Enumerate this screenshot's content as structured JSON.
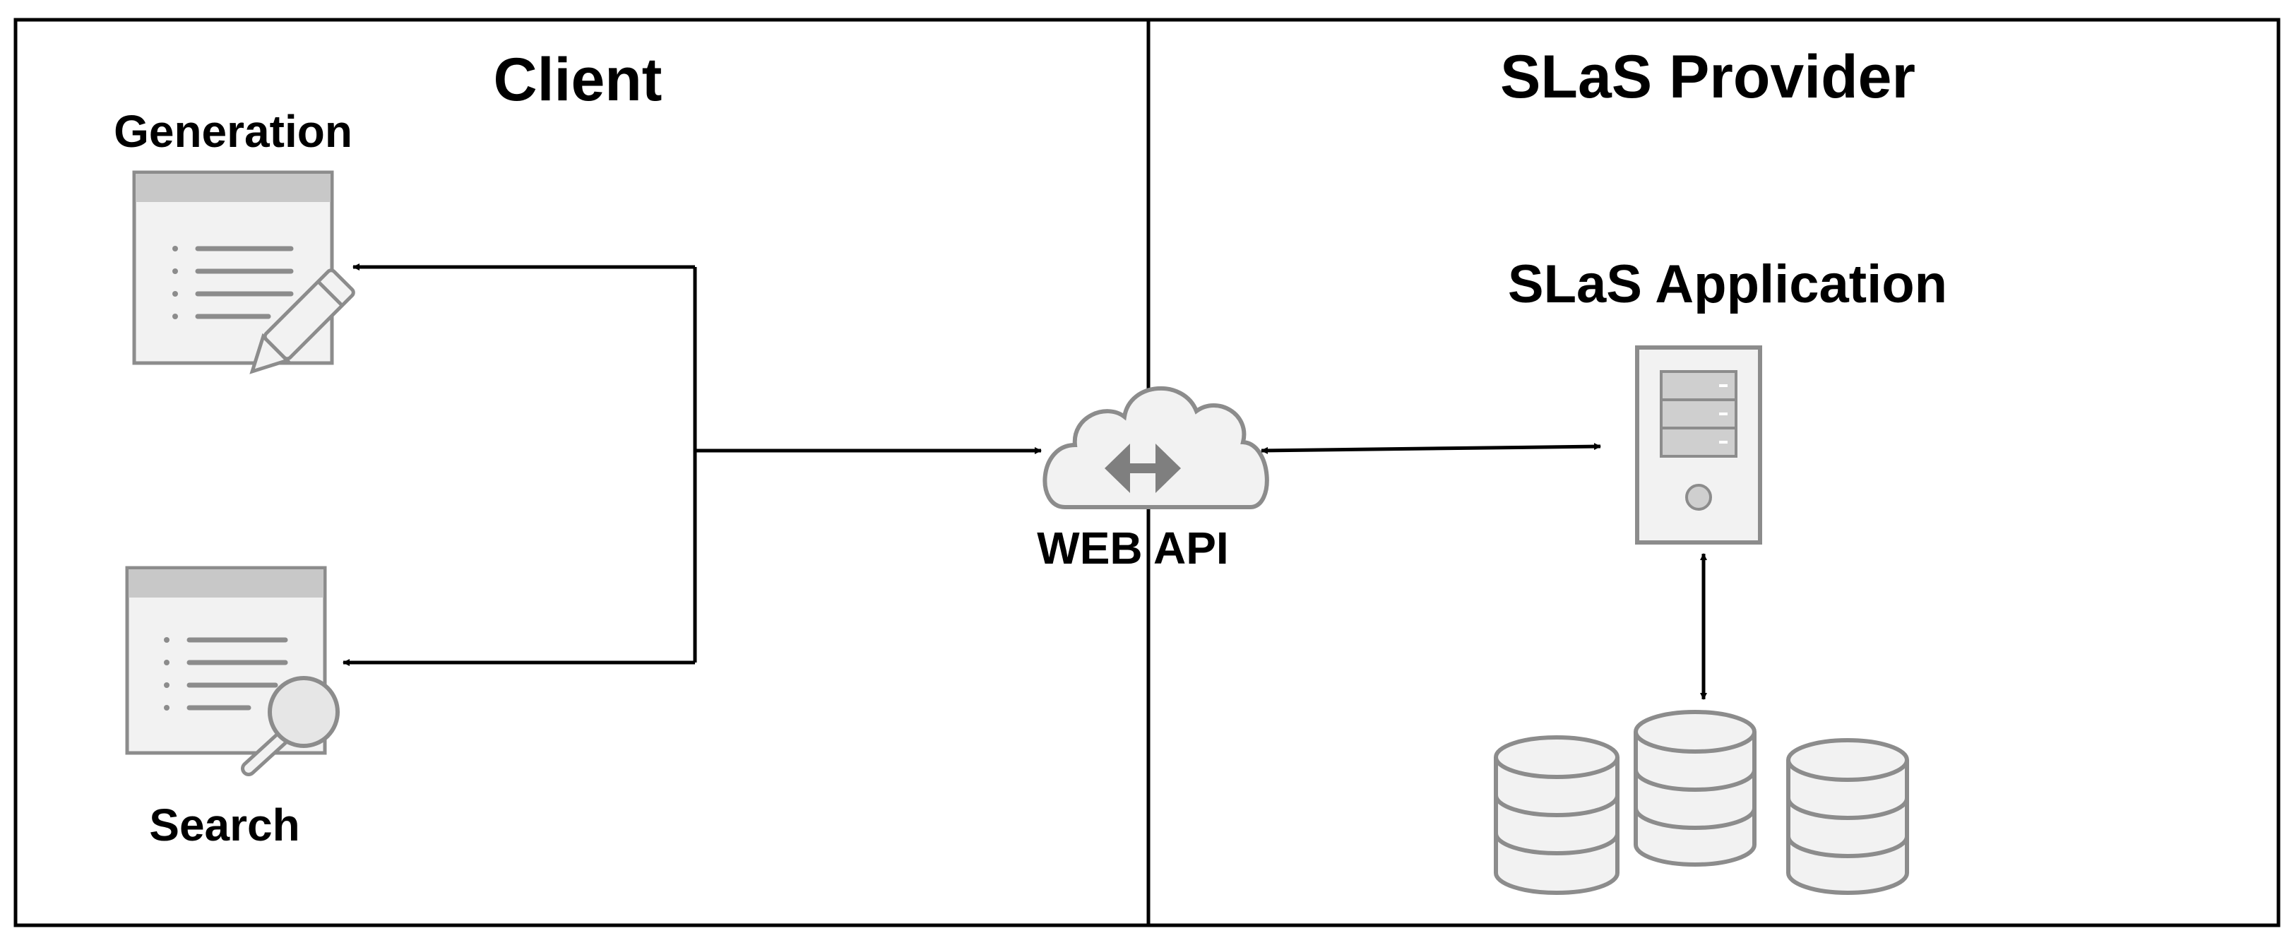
{
  "panels": {
    "client": {
      "title": "Client"
    },
    "provider": {
      "title": "SLaS Provider"
    }
  },
  "labels": {
    "generation": "Generation",
    "search": "Search",
    "web_api": "WEB API",
    "application": "SLaS Application"
  },
  "icons": {
    "generation": "document-edit-icon",
    "search": "document-search-icon",
    "web_api": "cloud-transfer-icon",
    "server": "server-icon",
    "databases": "database-icon"
  },
  "colors": {
    "frame": "#000000",
    "icon_fill": "#f2f2f2",
    "icon_stroke": "#8c8c8c",
    "icon_header": "#c8c8c8"
  }
}
